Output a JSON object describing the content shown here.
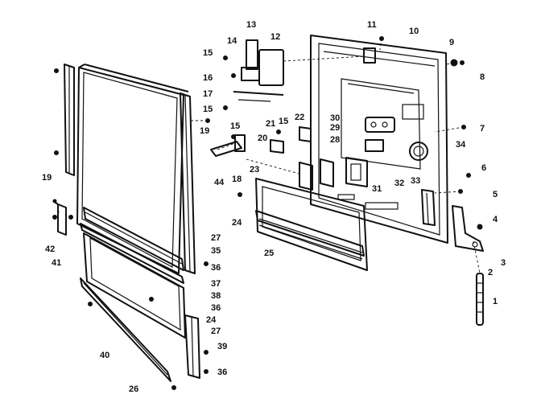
{
  "callouts": {
    "c1": "1",
    "c2": "2",
    "c3": "3",
    "c4": "4",
    "c5": "5",
    "c6": "6",
    "c7": "7",
    "c8": "8",
    "c9": "9",
    "c10": "10",
    "c11": "11",
    "c12": "12",
    "c13": "13",
    "c14": "14",
    "c15a": "15",
    "c15b": "15",
    "c15c": "15",
    "c15d": "15",
    "c16": "16",
    "c17": "17",
    "c18": "18",
    "c19a": "19",
    "c19b": "19",
    "c20": "20",
    "c21": "21",
    "c22": "22",
    "c23": "23",
    "c24a": "24",
    "c24b": "24",
    "c25": "25",
    "c26": "26",
    "c27a": "27",
    "c27b": "27",
    "c28": "28",
    "c29": "29",
    "c30": "30",
    "c31": "31",
    "c32": "32",
    "c33": "33",
    "c34": "34",
    "c35": "35",
    "c36a": "36",
    "c36b": "36",
    "c36c": "36",
    "c37": "37",
    "c38": "38",
    "c39": "39",
    "c40": "40",
    "c41": "41",
    "c42": "42",
    "c44": "44"
  }
}
